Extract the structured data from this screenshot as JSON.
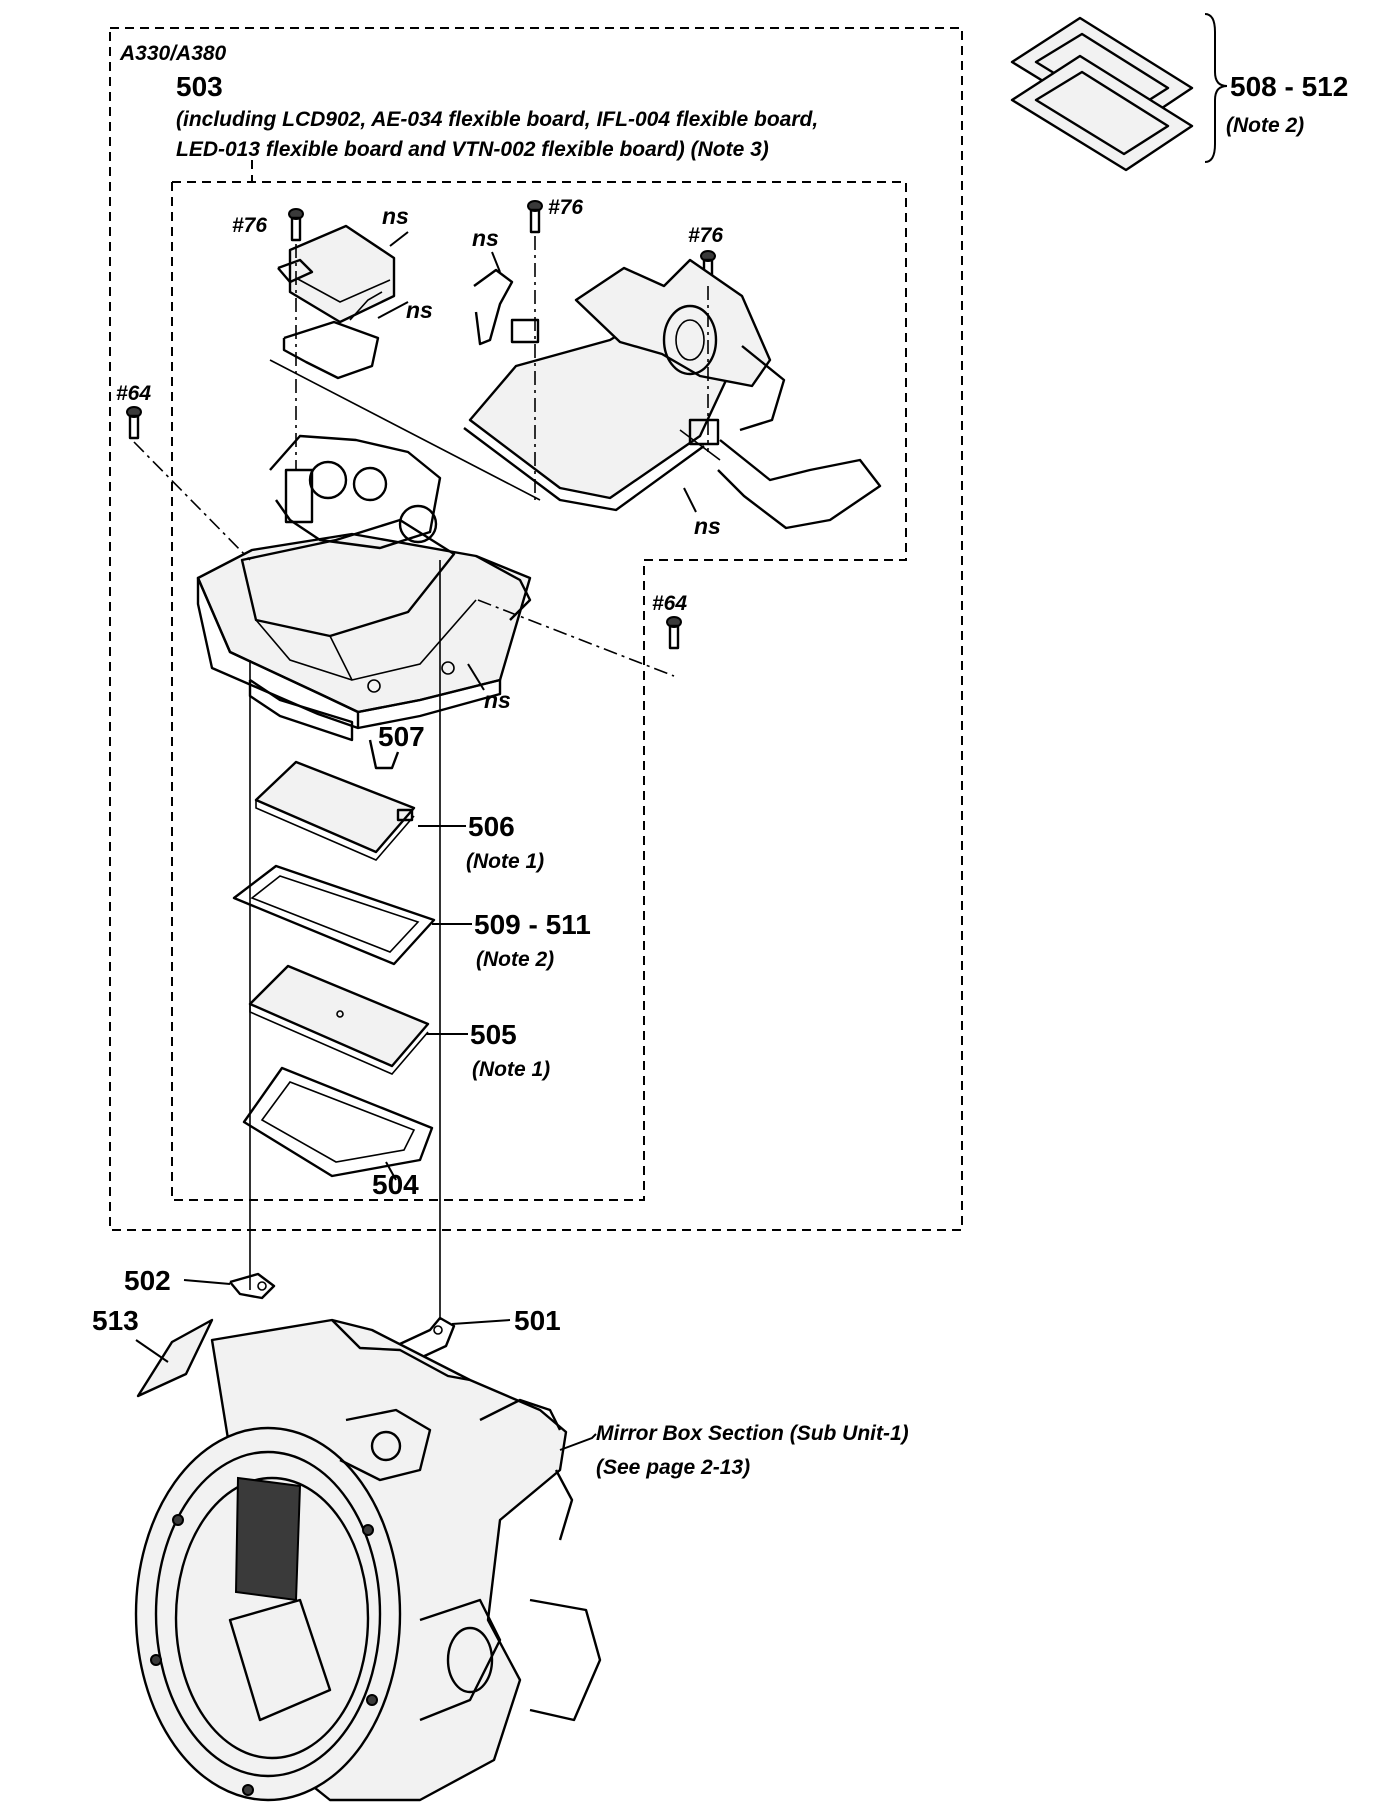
{
  "model_label": "A330/A380",
  "part_503": {
    "number": "503",
    "description_line1": "(including LCD902, AE-034 flexible board, IFL-004 flexible board,",
    "description_line2": "LED-013 flexible board and VTN-002 flexible board) (Note 3)"
  },
  "kit_508_512": {
    "number": "508 - 512",
    "note": "(Note 2)"
  },
  "screw_labels": {
    "s76_left": "#76",
    "s76_mid": "#76",
    "s76_right": "#76",
    "s64_left": "#64",
    "s64_right": "#64"
  },
  "ns_labels": {
    "ns_1": "ns",
    "ns_2": "ns",
    "ns_3": "ns",
    "ns_4": "ns",
    "ns_5": "ns"
  },
  "parts": {
    "p507": {
      "number": "507"
    },
    "p506": {
      "number": "506",
      "note": "(Note 1)"
    },
    "p509_511": {
      "number": "509 - 511",
      "note": "(Note 2)"
    },
    "p505": {
      "number": "505",
      "note": "(Note 1)"
    },
    "p504": {
      "number": "504"
    },
    "p502": {
      "number": "502"
    },
    "p501": {
      "number": "501"
    },
    "p513": {
      "number": "513"
    }
  },
  "mirror_box": {
    "line1": "Mirror Box Section (Sub Unit-1)",
    "line2": "(See page 2-13)"
  }
}
